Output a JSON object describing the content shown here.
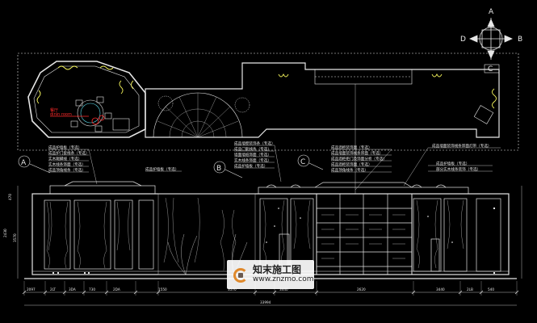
{
  "colors": {
    "background": "#000000",
    "line_white": "#e6e6e6",
    "line_cyan": "#58d6e6",
    "line_yellow": "#f2f25a",
    "line_red": "#ff2a2a",
    "line_magenta": "#c070ff"
  },
  "compass": {
    "north": "A",
    "south": "C",
    "west": "D",
    "east": "B"
  },
  "section_markers": [
    "A",
    "B",
    "C"
  ],
  "plan_red_label": "dinin room",
  "plan_red_label_top": "餐厅",
  "callouts_left": [
    "成品护墙板（专选）",
    "成品护门套线条（专选）",
    "实木踢脚线（专选）",
    "实木线条饰面（专选）",
    "成品顶角线条（专选）"
  ],
  "callouts_middle_top": [
    "成品墙壁装饰条（专选）",
    "成品门套线条（专选）",
    "墙面墙纸饰面（专选）",
    "实木线条饰面（专选）",
    "成品护墙板（专选）"
  ],
  "callouts_middle_left": "成品护墙板（专选）",
  "callouts_right": [
    "成品酒柜装饰面（专选）",
    "成品墙面装饰线条饰面（专选）",
    "成品酒柜柜门及饰面分析（专选）",
    "成品酒柜装饰面（专选）",
    "成品顶角线条（专选）"
  ],
  "callouts_far_right": [
    "成品墙面装饰线条饰面灯带（专选）",
    "成品护墙板（专选）",
    "部分实木线条装饰（专选）"
  ],
  "dims_bottom": [
    "2097",
    "2LT",
    "3DA",
    "730",
    "2DA",
    "1550",
    "3570",
    "3440",
    "2620",
    "3440",
    "2LB",
    "540"
  ],
  "dims_total": "33994",
  "dims_left": [
    "470",
    "3570",
    "2430"
  ],
  "watermark": {
    "title": "知末施工图",
    "url": "www.znzmo.com"
  }
}
